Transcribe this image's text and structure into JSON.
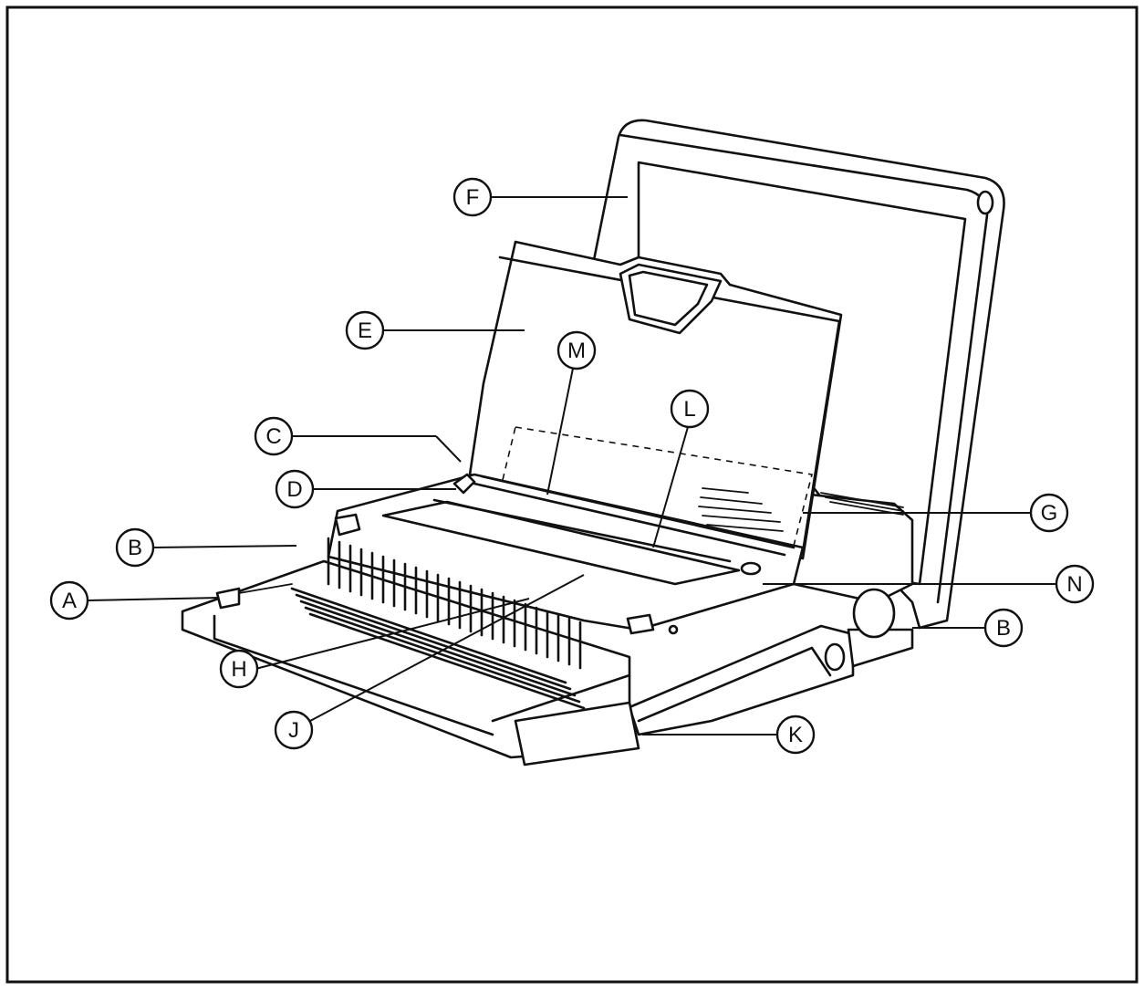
{
  "diagram": {
    "callouts": [
      {
        "id": "a",
        "label": "A"
      },
      {
        "id": "b1",
        "label": "B"
      },
      {
        "id": "b2",
        "label": "B"
      },
      {
        "id": "c",
        "label": "C"
      },
      {
        "id": "d",
        "label": "D"
      },
      {
        "id": "e",
        "label": "E"
      },
      {
        "id": "f",
        "label": "F"
      },
      {
        "id": "g",
        "label": "G"
      },
      {
        "id": "h",
        "label": "H"
      },
      {
        "id": "j",
        "label": "J"
      },
      {
        "id": "k",
        "label": "K"
      },
      {
        "id": "l",
        "label": "L"
      },
      {
        "id": "m",
        "label": "M"
      },
      {
        "id": "n",
        "label": "N"
      }
    ]
  }
}
